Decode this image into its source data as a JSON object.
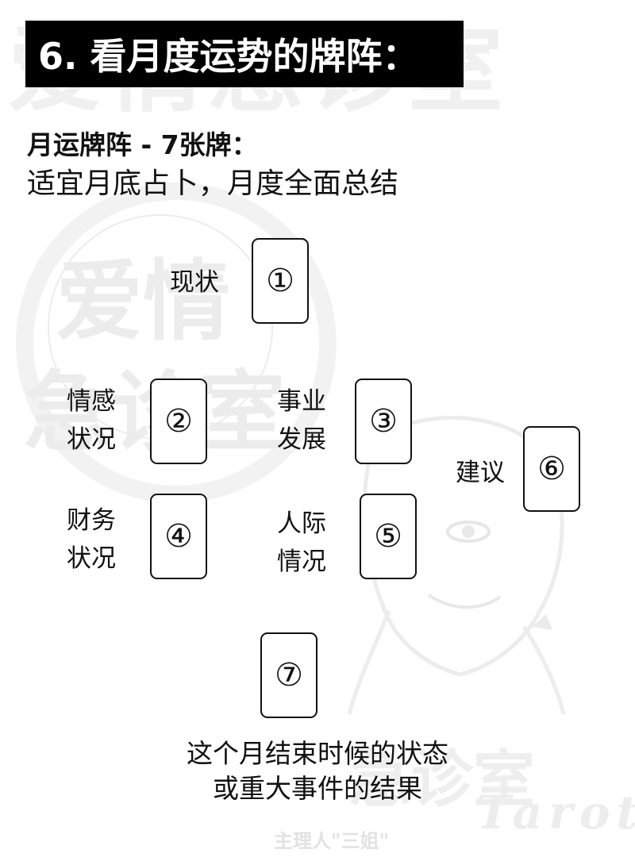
{
  "title": "6. 看月度运势的牌阵：",
  "subtitle": "月运牌阵 - 7张牌：",
  "description": "适宜月底占卜，月度全面总结",
  "cards": [
    {
      "number": "①",
      "label_lines": [
        "现状"
      ]
    },
    {
      "number": "②",
      "label_lines": [
        "情感",
        "状况"
      ]
    },
    {
      "number": "③",
      "label_lines": [
        "事业",
        "发展"
      ]
    },
    {
      "number": "④",
      "label_lines": [
        "财务",
        "状况"
      ]
    },
    {
      "number": "⑤",
      "label_lines": [
        "人际",
        "情况"
      ]
    },
    {
      "number": "⑥",
      "label_lines": [
        "建议"
      ]
    },
    {
      "number": "⑦",
      "label_lines": []
    }
  ],
  "caption": [
    "这个月结束时候的状态",
    "或重大事件的结果"
  ],
  "watermark": {
    "top": "爱情急诊室",
    "love": "爱情",
    "clinic": "急诊室",
    "bottom": "急诊室",
    "signature": "主理人\"三姐\"",
    "tarot": "Tarot"
  }
}
